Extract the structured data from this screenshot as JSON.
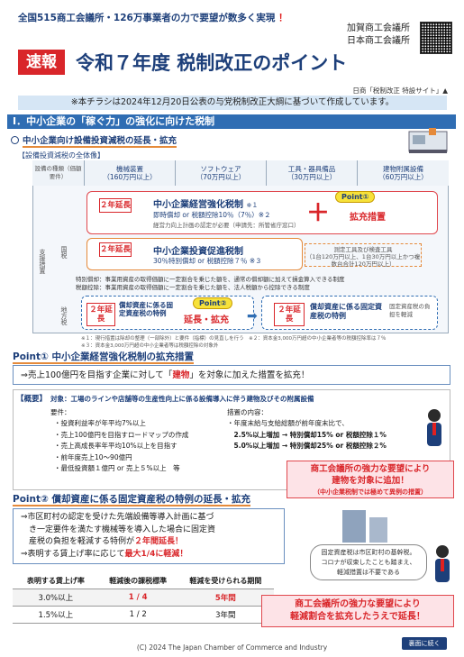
{
  "header": {
    "tagline": "全国515商工会議所・126万事業者の力で要望が数多く実現",
    "tagline_mark": "！",
    "org1": "加賀商工会議所",
    "org2": "日本商工会議所",
    "badge": "速報",
    "title": "令和７年度 税制改正のポイント",
    "site_link": "日商「税制改正 特設サイト」▲",
    "notice": "※本チラシは2024年12月20日公表の与党税制改正大綱に基づいて作成しています。"
  },
  "section1": {
    "title": "Ⅰ．中小企業の「稼ぐ力」の強化に向けた税制",
    "subtitle": "中小企業向け設備投資減税の延長・拡充",
    "table_label": "【設備投資減税の全体像】",
    "col_header_first": "設備の種類（価額要件）",
    "cols": [
      {
        "name": "機械装置",
        "req": "（160万円以上）"
      },
      {
        "name": "ソフトウェア",
        "req": "（70万円以上）"
      },
      {
        "name": "工具・器具備品",
        "req": "（30万円以上）"
      },
      {
        "name": "建物附属設備",
        "req": "（60万円以上）"
      }
    ],
    "row_main": "支援措置",
    "row_kuni": "国税",
    "row_chiho": "地方税",
    "box1": {
      "tag": "２年延長",
      "name": "中小企業経営強化税制",
      "note_mark": "※１",
      "line1": "即時償却 or 税額控除10％（7％）※２",
      "line2": "経営力向上計画の認定が必要（申請先：所管省庁窓口）",
      "plus": "＋",
      "point": "Point①",
      "expand": "拡充措置"
    },
    "box2": {
      "tag": "２年延長",
      "name": "中小企業投資促進税制",
      "detail": "30％特別償却 or 税額控除７％",
      "note_mark": "※３",
      "side1": "測定工具及び検査工具",
      "side2": "（1台120万円以上、1台30万円以上かつ複数台合計120万円以上）"
    },
    "special1": "特別償却：事業用資産の取得価額に一定割合を乗じた額を、通常の償却額に加えて損金算入できる制度",
    "special2": "税額控除：事業用資産の取得価額に一定割合を乗じた額を、法人税額から控除できる制度",
    "box3": {
      "tag": "２年延長",
      "name1": "償却資産に係る固定資産税の特例",
      "point": "Point②",
      "arrow": "延長・拡充"
    },
    "box4": {
      "tag": "２年延長",
      "name": "償却資産に係る固定資産税の特例",
      "aside": "固定資産税の負担を軽減"
    },
    "footnote1": "※１：現行措置は除却の整理（一部除外）と要件（指標）の見直しを行う　※２：資本金3,000万円超の中小企業者等の税額控除率は７％",
    "footnote2": "※３：資本金3,000万円超の中小企業者等は税額控除の対象外"
  },
  "point1": {
    "title": "Point① 中小企業経営強化税制の拡充措置",
    "arrow_pre": "⇒売上100億円を目指す企業に対して「",
    "arrow_emph": "建物",
    "arrow_post": "」を対象に加えた措置を拡充！",
    "gaiyo_label": "【概要】",
    "gaiyo_text": "対象：工場のラインや店舗等の生産性向上に係る設備導入に伴う建物及びその附属設備",
    "req_label": "要件：",
    "reqs": [
      "・投資利益率が年平均7%以上",
      "・売上100億円を目指すロードマップの作成",
      "・売上高成長率年平均10%以上を目指す",
      "・前年度売上10〜90億円",
      "・最低投資額１億円 or 売上５%以上　等"
    ],
    "measure_label": "措置の内容：",
    "measures": [
      "・年度末給与支給総額が前年度末比で、",
      "　2.5%以上増加 → 特別償却15% or 税額控除１%",
      "　5.0%以上増加 → 特別償却25% or 税額控除２%"
    ],
    "pink1": "商工会議所の強力な要望により",
    "pink2": "建物を対象に追加！",
    "pink3": "（中小企業税制では極めて異例の措置）"
  },
  "point2": {
    "title": "Point② 償却資産に係る固定資産税の特例の延長・拡充",
    "lines": [
      "⇒市区町村の認定を受けた先端設備等導入計画に基づ",
      "　き一定要件を満たす機械等を導入した場合に固定資",
      "　産税の負担を軽減する特例が",
      "⇒表明する賃上げ率に応じて"
    ],
    "emph1": "２年間延長！",
    "emph2": "最大1/4に軽減！",
    "bubble1": "固定資産税は市区町村の基幹税。",
    "bubble2": "コロナが収束したことも踏まえ、",
    "bubble3": "軽減措置は不要である",
    "table": {
      "h1": "表明する賃上げ率",
      "h2": "軽減後の課税標準",
      "h3": "軽減を受けられる期間",
      "rows": [
        {
          "rate": "3.0%以上",
          "base": "1 / 4",
          "period": "5年間"
        },
        {
          "rate": "1.5%以上",
          "base": "1 / 2",
          "period": "3年間"
        }
      ]
    },
    "pink1": "商工会議所の強力な要望により",
    "pink2": "軽減割合を拡充したうえで延長！"
  },
  "footer": "(C) 2024 The Japan Chamber of Commerce and Industry",
  "next": "裏面に続く"
}
